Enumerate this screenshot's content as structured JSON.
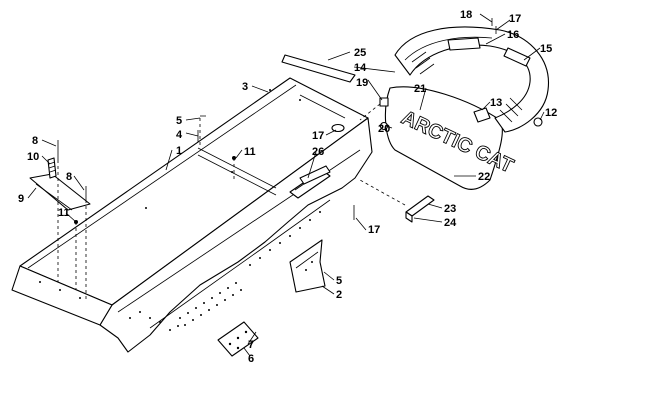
{
  "diagram": {
    "callouts": [
      {
        "id": "c18",
        "label": "18"
      },
      {
        "id": "c17a",
        "label": "17"
      },
      {
        "id": "c16",
        "label": "16"
      },
      {
        "id": "c15",
        "label": "15"
      },
      {
        "id": "c25",
        "label": "25"
      },
      {
        "id": "c14",
        "label": "14"
      },
      {
        "id": "c19",
        "label": "19"
      },
      {
        "id": "c3",
        "label": "3"
      },
      {
        "id": "c21",
        "label": "21"
      },
      {
        "id": "c13",
        "label": "13"
      },
      {
        "id": "c12",
        "label": "12"
      },
      {
        "id": "c5a",
        "label": "5"
      },
      {
        "id": "c4",
        "label": "4"
      },
      {
        "id": "c17b",
        "label": "17"
      },
      {
        "id": "c20",
        "label": "20"
      },
      {
        "id": "c8a",
        "label": "8"
      },
      {
        "id": "c1",
        "label": "1"
      },
      {
        "id": "c11a",
        "label": "11"
      },
      {
        "id": "c26",
        "label": "26"
      },
      {
        "id": "c10",
        "label": "10"
      },
      {
        "id": "c8b",
        "label": "8"
      },
      {
        "id": "c22",
        "label": "22"
      },
      {
        "id": "c9",
        "label": "9"
      },
      {
        "id": "c11b",
        "label": "11"
      },
      {
        "id": "c23",
        "label": "23"
      },
      {
        "id": "c24",
        "label": "24"
      },
      {
        "id": "c17c",
        "label": "17"
      },
      {
        "id": "c5b",
        "label": "5"
      },
      {
        "id": "c2",
        "label": "2"
      },
      {
        "id": "c7",
        "label": "7"
      },
      {
        "id": "c6",
        "label": "6"
      }
    ],
    "flap_lettering": "ARCTIC CAT"
  }
}
